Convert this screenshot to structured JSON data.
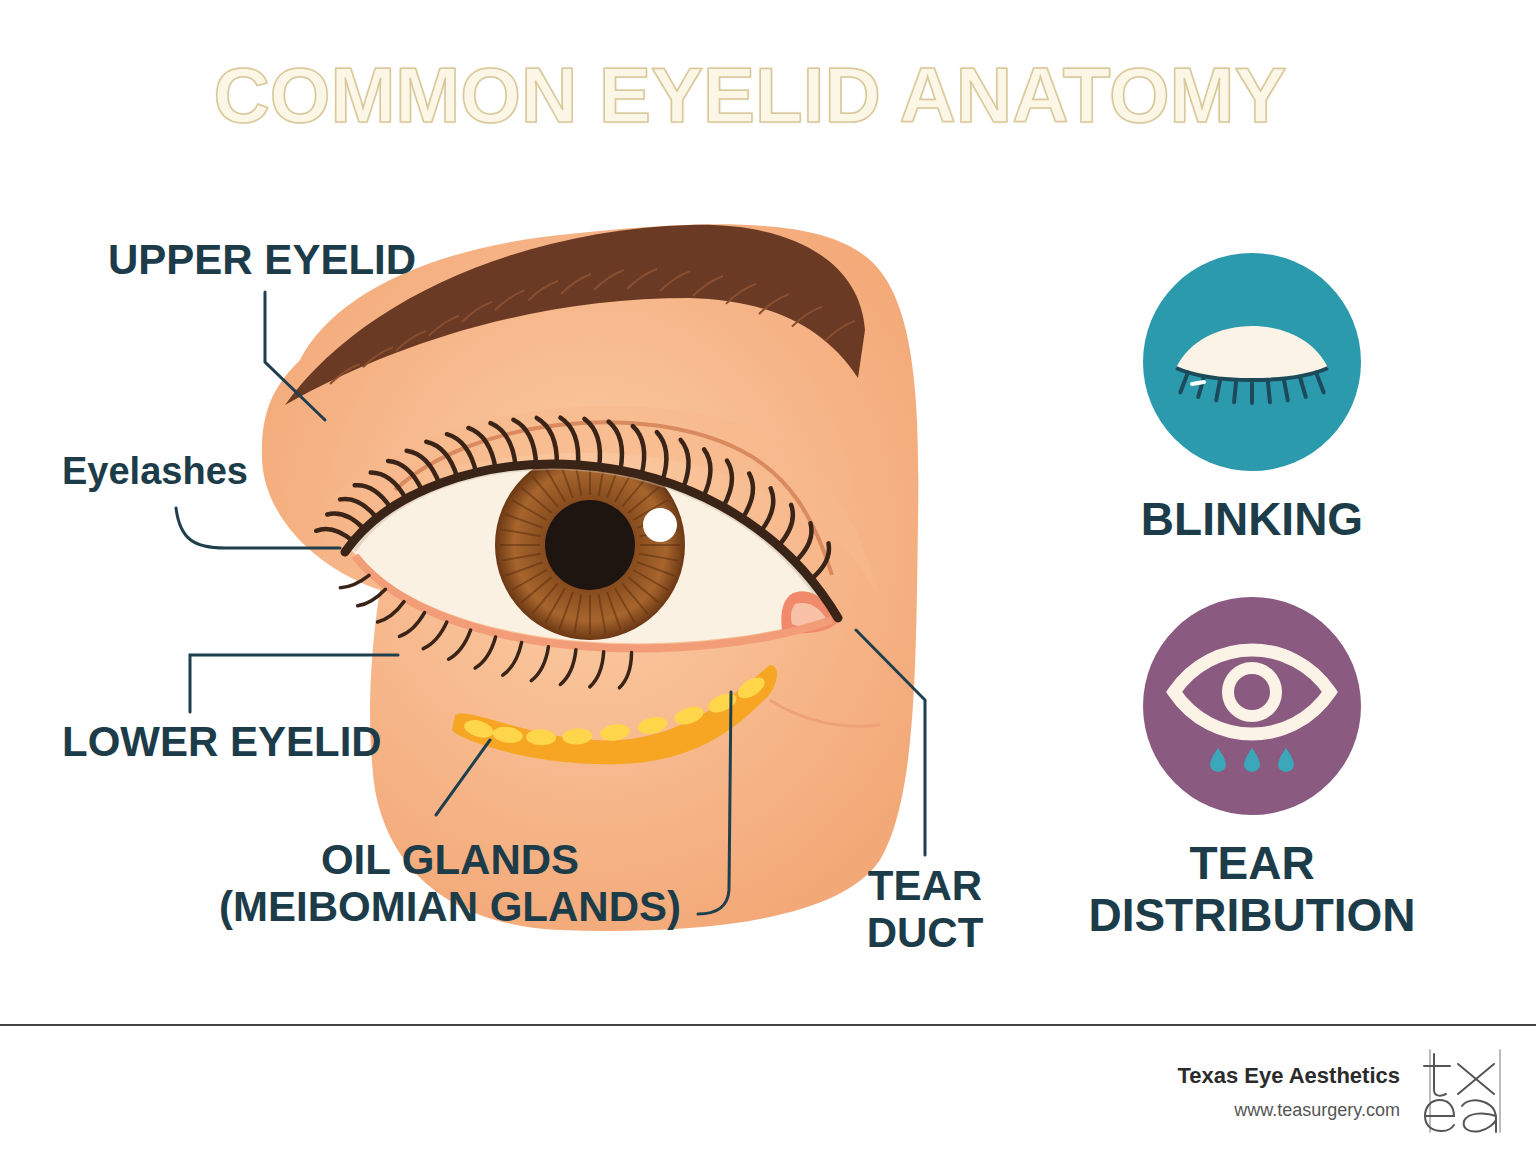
{
  "diagram": {
    "title": "COMMON EYELID ANATOMY",
    "nodes": [
      {
        "text": [
          "BLINKING"
        ]
      },
      {
        "text": [
          "TEAR DISTRIBUTION"
        ]
      }
    ],
    "labels": [
      "UPPER EYELID",
      "Eyelashes",
      "LOWER EYELID",
      "OIL GLANDS (MEIBOMIAN GLANDS)",
      "TEAR DUCT",
      "Texas Eye Aesthetics",
      "www.teasurgery.com"
    ]
  }
}
